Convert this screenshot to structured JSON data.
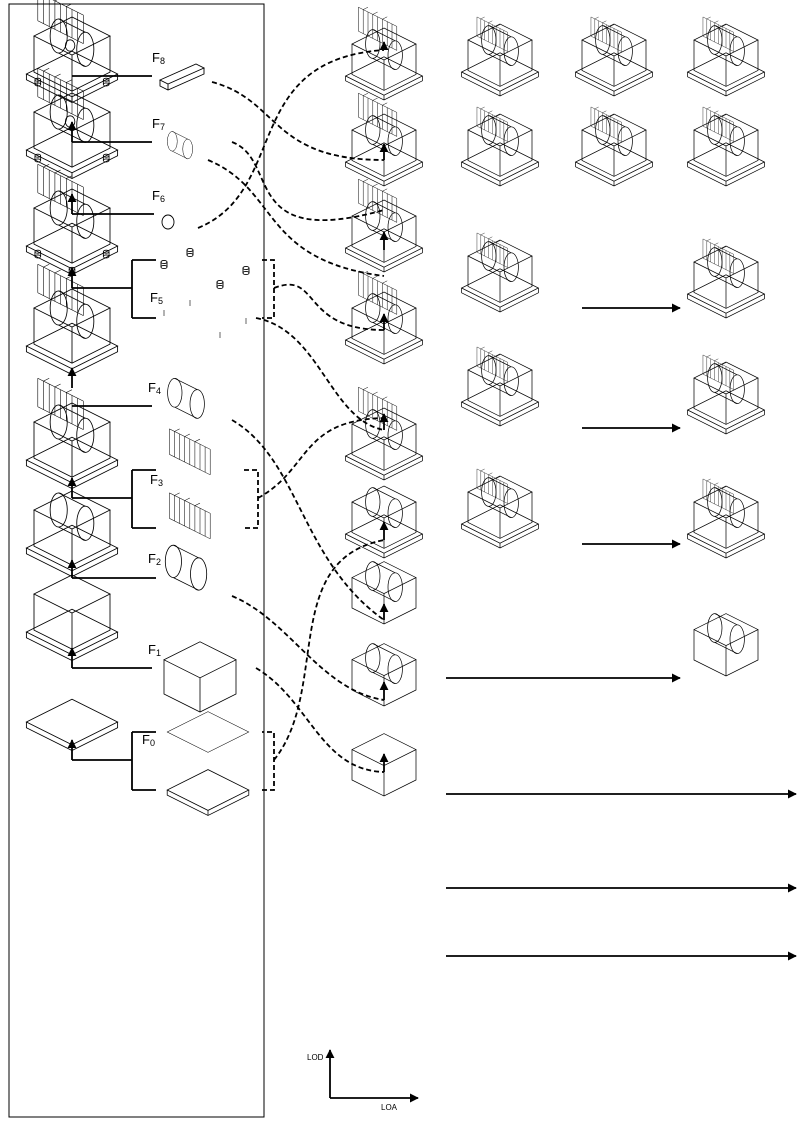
{
  "features": [
    {
      "label": "F",
      "sub": "0"
    },
    {
      "label": "F",
      "sub": "1"
    },
    {
      "label": "F",
      "sub": "2"
    },
    {
      "label": "F",
      "sub": "3"
    },
    {
      "label": "F",
      "sub": "4"
    },
    {
      "label": "F",
      "sub": "5"
    },
    {
      "label": "F",
      "sub": "6"
    },
    {
      "label": "F",
      "sub": "7"
    },
    {
      "label": "F",
      "sub": "8"
    }
  ],
  "axes": {
    "lod": "LOD",
    "loa": "LOA"
  }
}
